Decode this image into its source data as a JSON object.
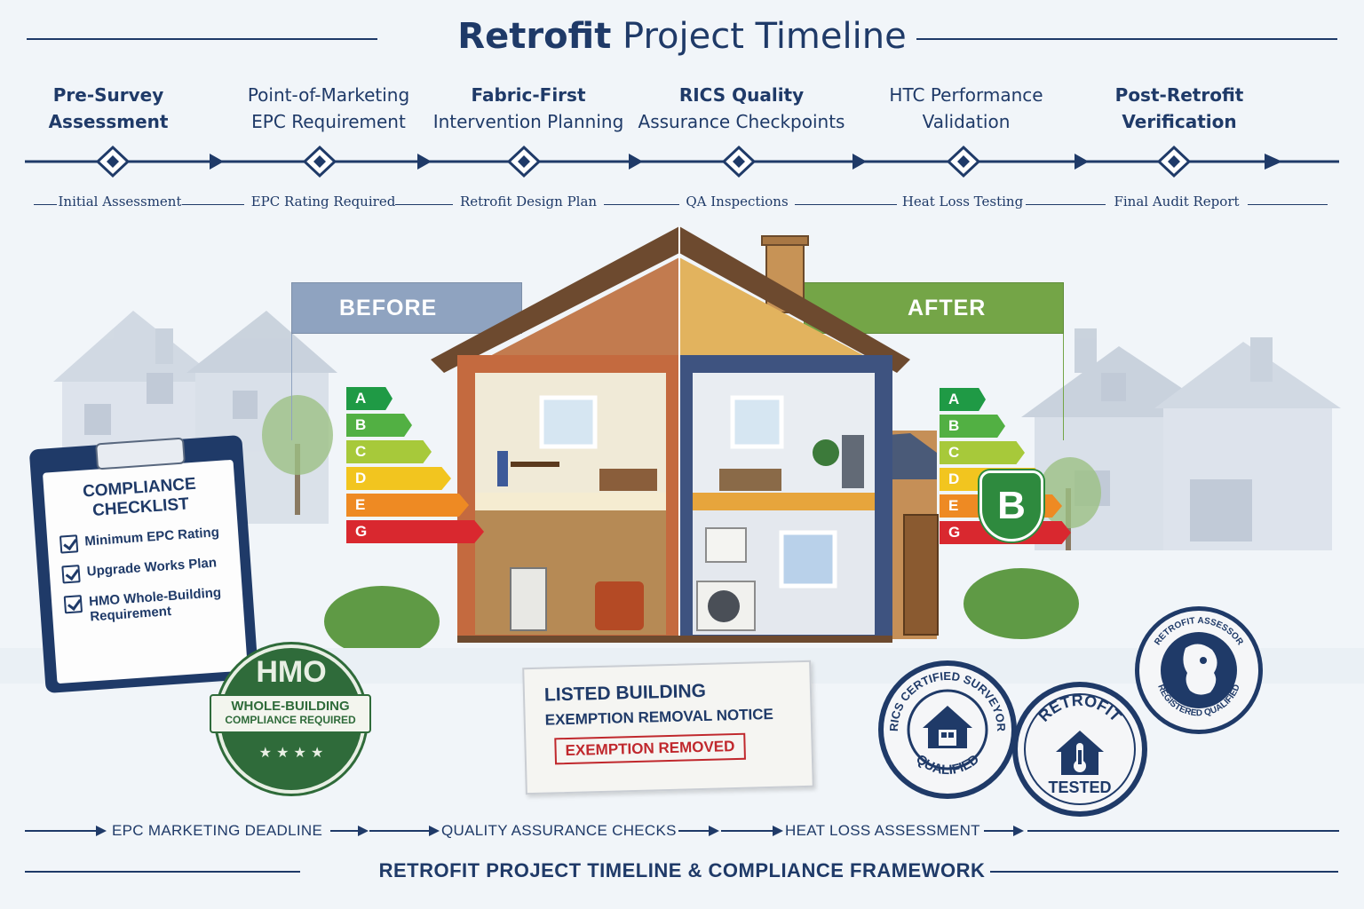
{
  "header": {
    "title_bold": "Retrofit",
    "title_rest": " Project Timeline"
  },
  "timeline": [
    {
      "line1": "Pre-Survey",
      "line2": "Assessment",
      "sub": "Initial Assessment"
    },
    {
      "line1": "Point-of-Marketing",
      "line2": "EPC Requirement",
      "sub": "EPC Rating Required"
    },
    {
      "line1": "Fabric-First",
      "line2": "Intervention Planning",
      "sub": "Retrofit Design Plan"
    },
    {
      "line1": "RICS Quality",
      "line2": "Assurance Checkpoints",
      "sub": "QA Inspections"
    },
    {
      "line1": "HTC Performance",
      "line2": "Validation",
      "sub": "Heat Loss Testing"
    },
    {
      "line1": "Post-Retrofit",
      "line2": "Verification",
      "sub": "Final Audit Report"
    }
  ],
  "panels": {
    "before": "BEFORE",
    "after": "AFTER"
  },
  "epc": {
    "bands": [
      "A",
      "B",
      "C",
      "D",
      "E",
      "G"
    ],
    "colors": [
      "#1f9a45",
      "#52b043",
      "#a7c93a",
      "#f2c51f",
      "#ee8a23",
      "#d9282f"
    ],
    "after_rating": "B"
  },
  "checklist": {
    "title_line1": "COMPLIANCE",
    "title_line2": "CHECKLIST",
    "items": [
      "Minimum EPC Rating",
      "Upgrade Works Plan",
      "HMO Whole-Building Requirement"
    ]
  },
  "hmo_seal": {
    "title": "HMO",
    "line1": "WHOLE-BUILDING",
    "line2": "COMPLIANCE REQUIRED",
    "stars": "★ ★ ★ ★"
  },
  "notice": {
    "line1": "LISTED BUILDING",
    "line2": "EXEMPTION REMOVAL NOTICE",
    "stamp": "EXEMPTION REMOVED"
  },
  "seals": {
    "rics_top": "RICS CERTIFIED SURVEYOR",
    "rics_bottom": "QUALIFIED",
    "retrofit_top": "RETROFIT",
    "retrofit_bottom": "TESTED",
    "assessor_top": "RETROFIT ASSESSOR",
    "assessor_bottom": "REGISTERED QUALIFIED"
  },
  "bottom_flow": [
    "EPC MARKETING DEADLINE",
    "QUALITY ASSURANCE CHECKS",
    "HEAT LOSS ASSESSMENT"
  ],
  "footer": "RETROFIT PROJECT TIMELINE & COMPLIANCE FRAMEWORK"
}
